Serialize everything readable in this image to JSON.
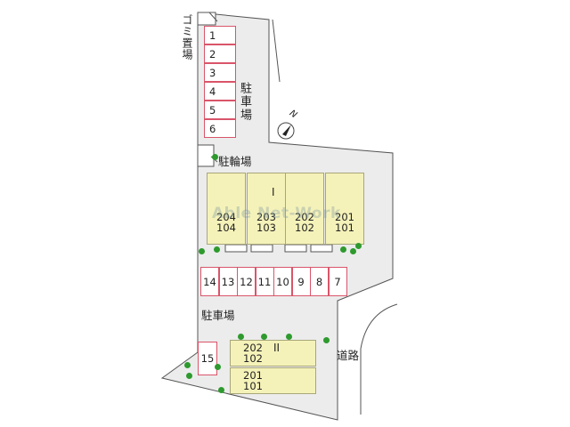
{
  "site": {
    "garbage_label": "ゴミ置場",
    "parking_label_top": "駐車場",
    "bicycle_label": "駐輪場",
    "parking_label_mid": "駐車場",
    "road_label": "道路",
    "north_label": "N",
    "watermark": "Able Net-Work",
    "parking_top_spaces": [
      "1",
      "2",
      "3",
      "4",
      "5",
      "6"
    ],
    "parking_row_spaces": [
      "14",
      "13",
      "12",
      "11",
      "10",
      "9",
      "8",
      "7"
    ],
    "parking_single_space": "15",
    "building_1": {
      "label": "I",
      "units": [
        {
          "upper": "204",
          "lower": "104"
        },
        {
          "upper": "203",
          "lower": "103"
        },
        {
          "upper": "202",
          "lower": "102"
        },
        {
          "upper": "201",
          "lower": "101"
        }
      ]
    },
    "building_2": {
      "label": "II",
      "units": [
        {
          "upper": "202",
          "lower": "102"
        },
        {
          "upper": "201",
          "lower": "101"
        }
      ]
    },
    "colors": {
      "parking_border": "#d9556a",
      "unit_fill": "#f5f2b9",
      "tree": "#2e9a2e",
      "site_fill": "#ececec"
    }
  }
}
